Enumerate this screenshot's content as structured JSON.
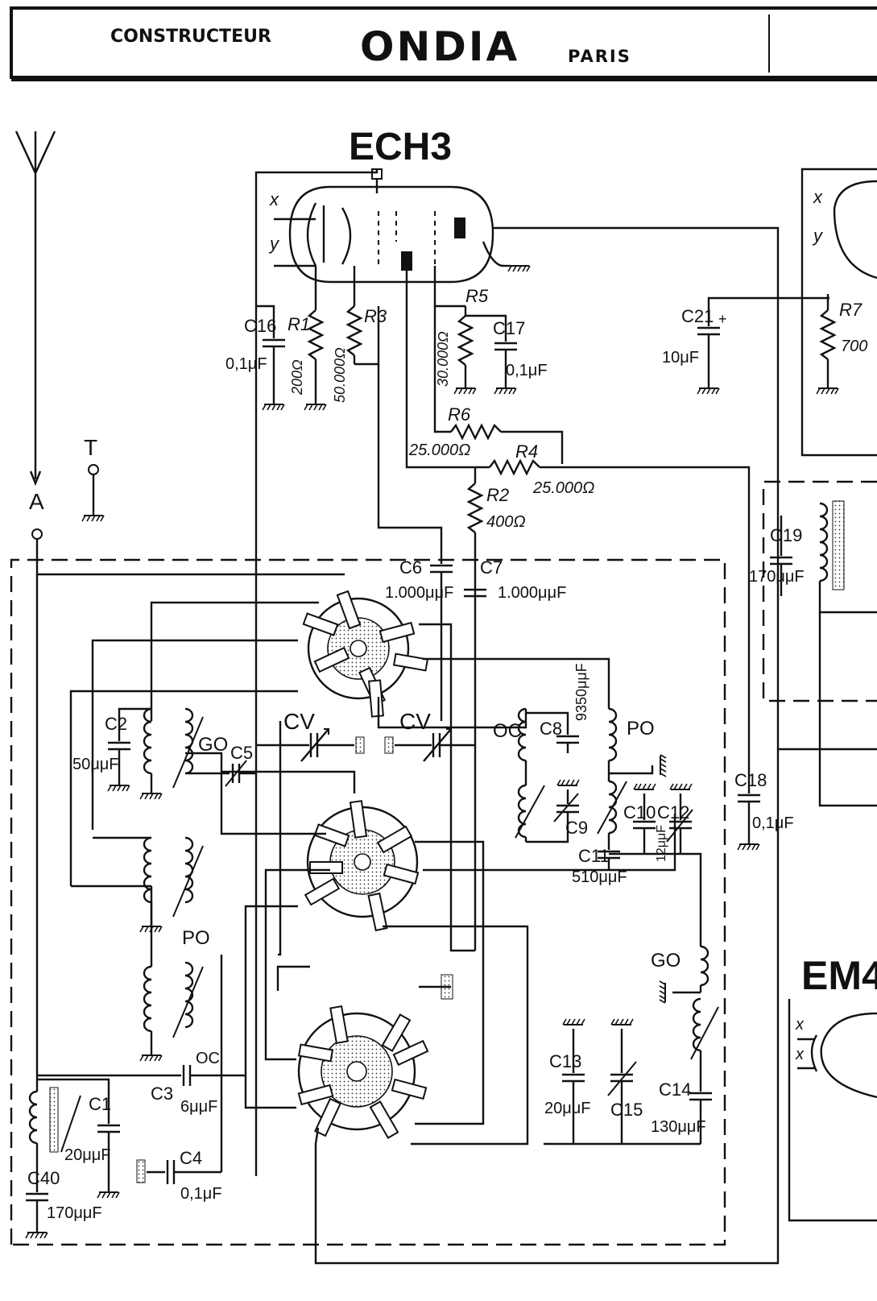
{
  "header": {
    "constructeur": "CONSTRUCTEUR",
    "brand": "ONDIA",
    "city": "PARIS"
  },
  "tubes": {
    "ech3": "ECH3",
    "em4": "EM4"
  },
  "terminals": {
    "antenna": "A",
    "earth": "T",
    "x": "x",
    "y": "y"
  },
  "components": {
    "R1": "R1",
    "R1_val": "200Ω",
    "R2": "R2",
    "R2_val": "400Ω",
    "R3": "R3",
    "R3_val": "50.000Ω",
    "R4": "R4",
    "R4_val": "25.000Ω",
    "R5": "R5",
    "R5_val": "30.000Ω",
    "R6": "R6",
    "R6_val": "25.000Ω",
    "R7": "R7",
    "R7_val": "700",
    "C1": "C1",
    "C1_val": "20μμF",
    "C2": "C2",
    "C2_val": "50μμF",
    "C3": "C3",
    "C3_val": "6μμF",
    "C4": "C4",
    "C4_val": "0,1μF",
    "C5": "C5",
    "C6": "C6",
    "C6_val": "1.000μμF",
    "C7": "C7",
    "C7_val": "1.000μμF",
    "C8": "C8",
    "C8_val": "9350μμF",
    "C9": "C9",
    "C10": "C10",
    "C11": "C11",
    "C11_val": "510μμF",
    "C12": "C12",
    "C12_val": "12μμF",
    "C13": "C13",
    "C13_val": "20μμF",
    "C14": "C14",
    "C14_val": "130μμF",
    "C15": "C15",
    "C16": "C16",
    "C16_val": "0,1μF",
    "C17": "C17",
    "C17_val": "0,1μF",
    "C18": "C18",
    "C18_val": "0,1μF",
    "C19": "C19",
    "C19_val": "170μμF",
    "C21": "C21",
    "C21_val": "10μF",
    "C40": "C40",
    "C40_val": "170μμF",
    "CV": "CV"
  },
  "bands": {
    "go": "GO",
    "po": "PO",
    "oc": "OC"
  }
}
